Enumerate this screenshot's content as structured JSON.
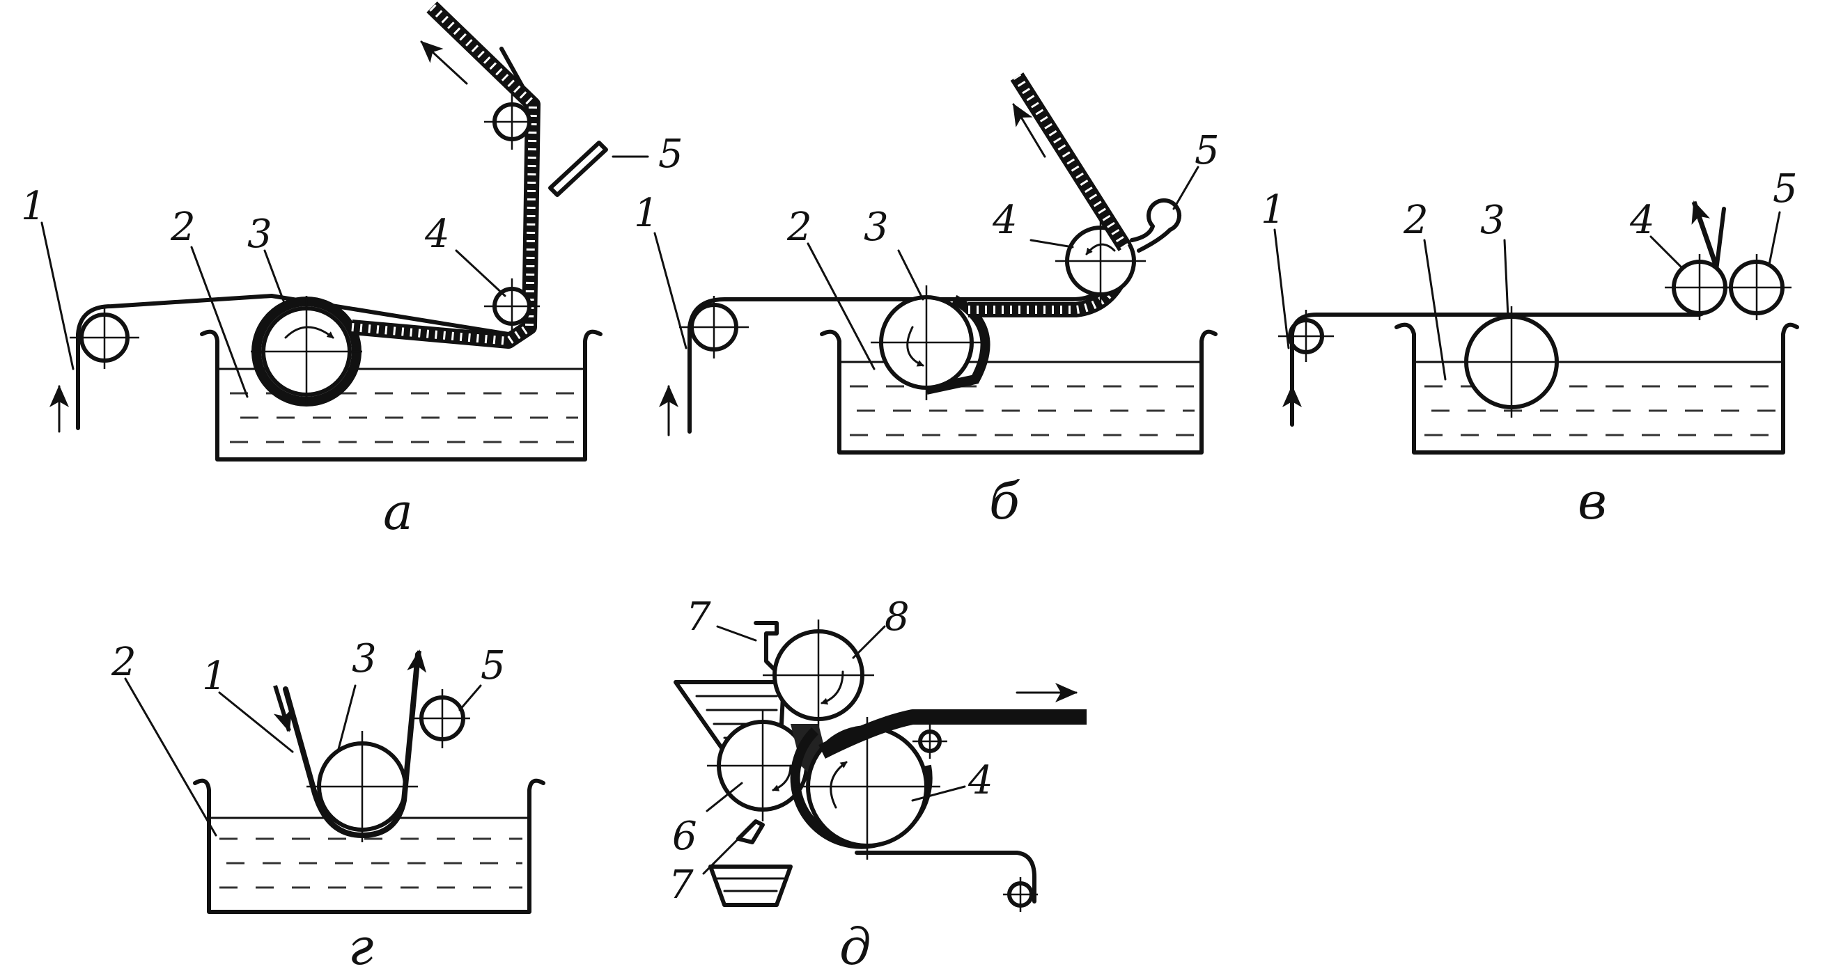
{
  "figure": {
    "panels": [
      {
        "caption": "а",
        "labels": [
          "1",
          "2",
          "3",
          "4",
          "5"
        ]
      },
      {
        "caption": "б",
        "labels": [
          "1",
          "2",
          "3",
          "4",
          "5"
        ]
      },
      {
        "caption": "в",
        "labels": [
          "1",
          "2",
          "3",
          "4",
          "5"
        ]
      },
      {
        "caption": "г",
        "labels": [
          "2",
          "1",
          "3",
          "5"
        ]
      },
      {
        "caption": "д",
        "labels": [
          "7",
          "8",
          "6",
          "4",
          "7"
        ]
      }
    ]
  }
}
